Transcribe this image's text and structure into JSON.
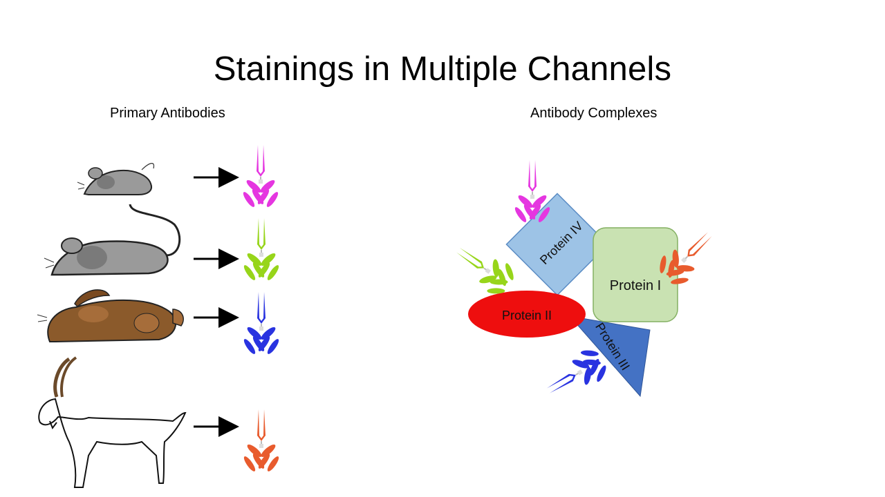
{
  "title": "Stainings in Multiple Channels",
  "left_heading": "Primary Antibodies",
  "right_heading": "Antibody Complexes",
  "colors": {
    "magenta": "#e536e0",
    "green": "#97d51a",
    "blue": "#2933e0",
    "orange": "#e85b2d",
    "protein_I_fill": "#c9e2b2",
    "protein_I_stroke": "#84b062",
    "protein_II_fill": "#ee0e0e",
    "protein_III_fill": "#4472c4",
    "protein_IV_fill": "#9dc3e6",
    "protein_IV_stroke": "#5b8cc4"
  },
  "animals": [
    {
      "name": "mouse",
      "antibody_color": "magenta"
    },
    {
      "name": "rat",
      "antibody_color": "green"
    },
    {
      "name": "rabbit",
      "antibody_color": "blue"
    },
    {
      "name": "goat",
      "antibody_color": "orange"
    }
  ],
  "proteins": {
    "protein_I": "Protein I",
    "protein_II": "Protein II",
    "protein_III": "Protein III",
    "protein_IV": "Protein IV"
  }
}
